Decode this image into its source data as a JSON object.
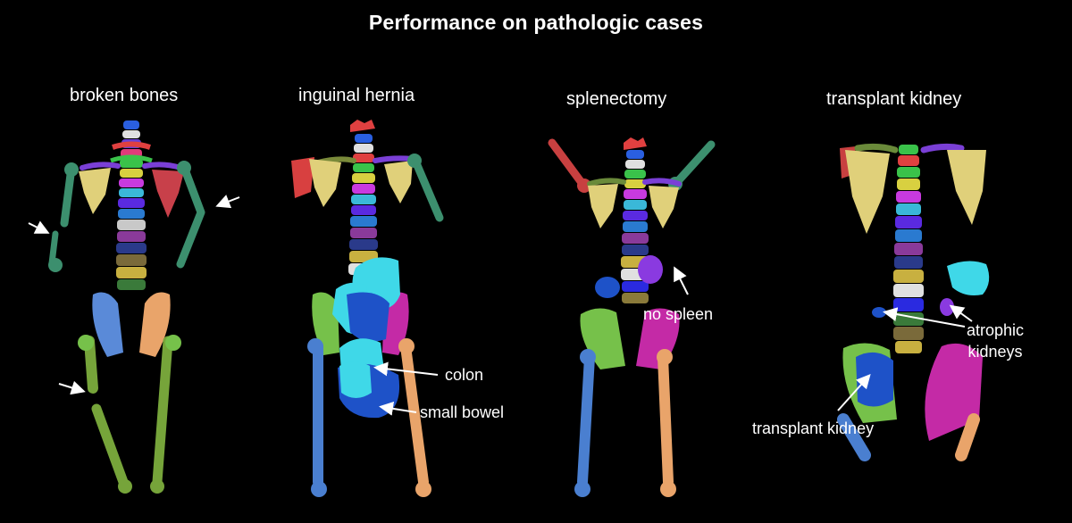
{
  "title": "Performance on pathologic cases",
  "panels": [
    {
      "label": "broken bones"
    },
    {
      "label": "inguinal hernia",
      "annotations": [
        "colon",
        "small bowel"
      ]
    },
    {
      "label": "splenectomy",
      "annotations": [
        "no spleen"
      ]
    },
    {
      "label": "transplant kidney",
      "annotations": [
        "atrophic\nkidneys",
        "transplant kidney"
      ]
    }
  ],
  "colors": {
    "background": "#000000",
    "femur_left": "#4a7fd0",
    "femur_right": "#e9a46a",
    "pelvis_green": "#76c14a",
    "humerus": "#3c8f6e",
    "scapula": "#e0d07a",
    "clavicle": "#7a3fd6",
    "colon": "#3fd8e8",
    "small_bowel": "#1e52c8",
    "hip_magenta": "#c42aa6"
  },
  "icons": [
    "arrow-icon"
  ]
}
